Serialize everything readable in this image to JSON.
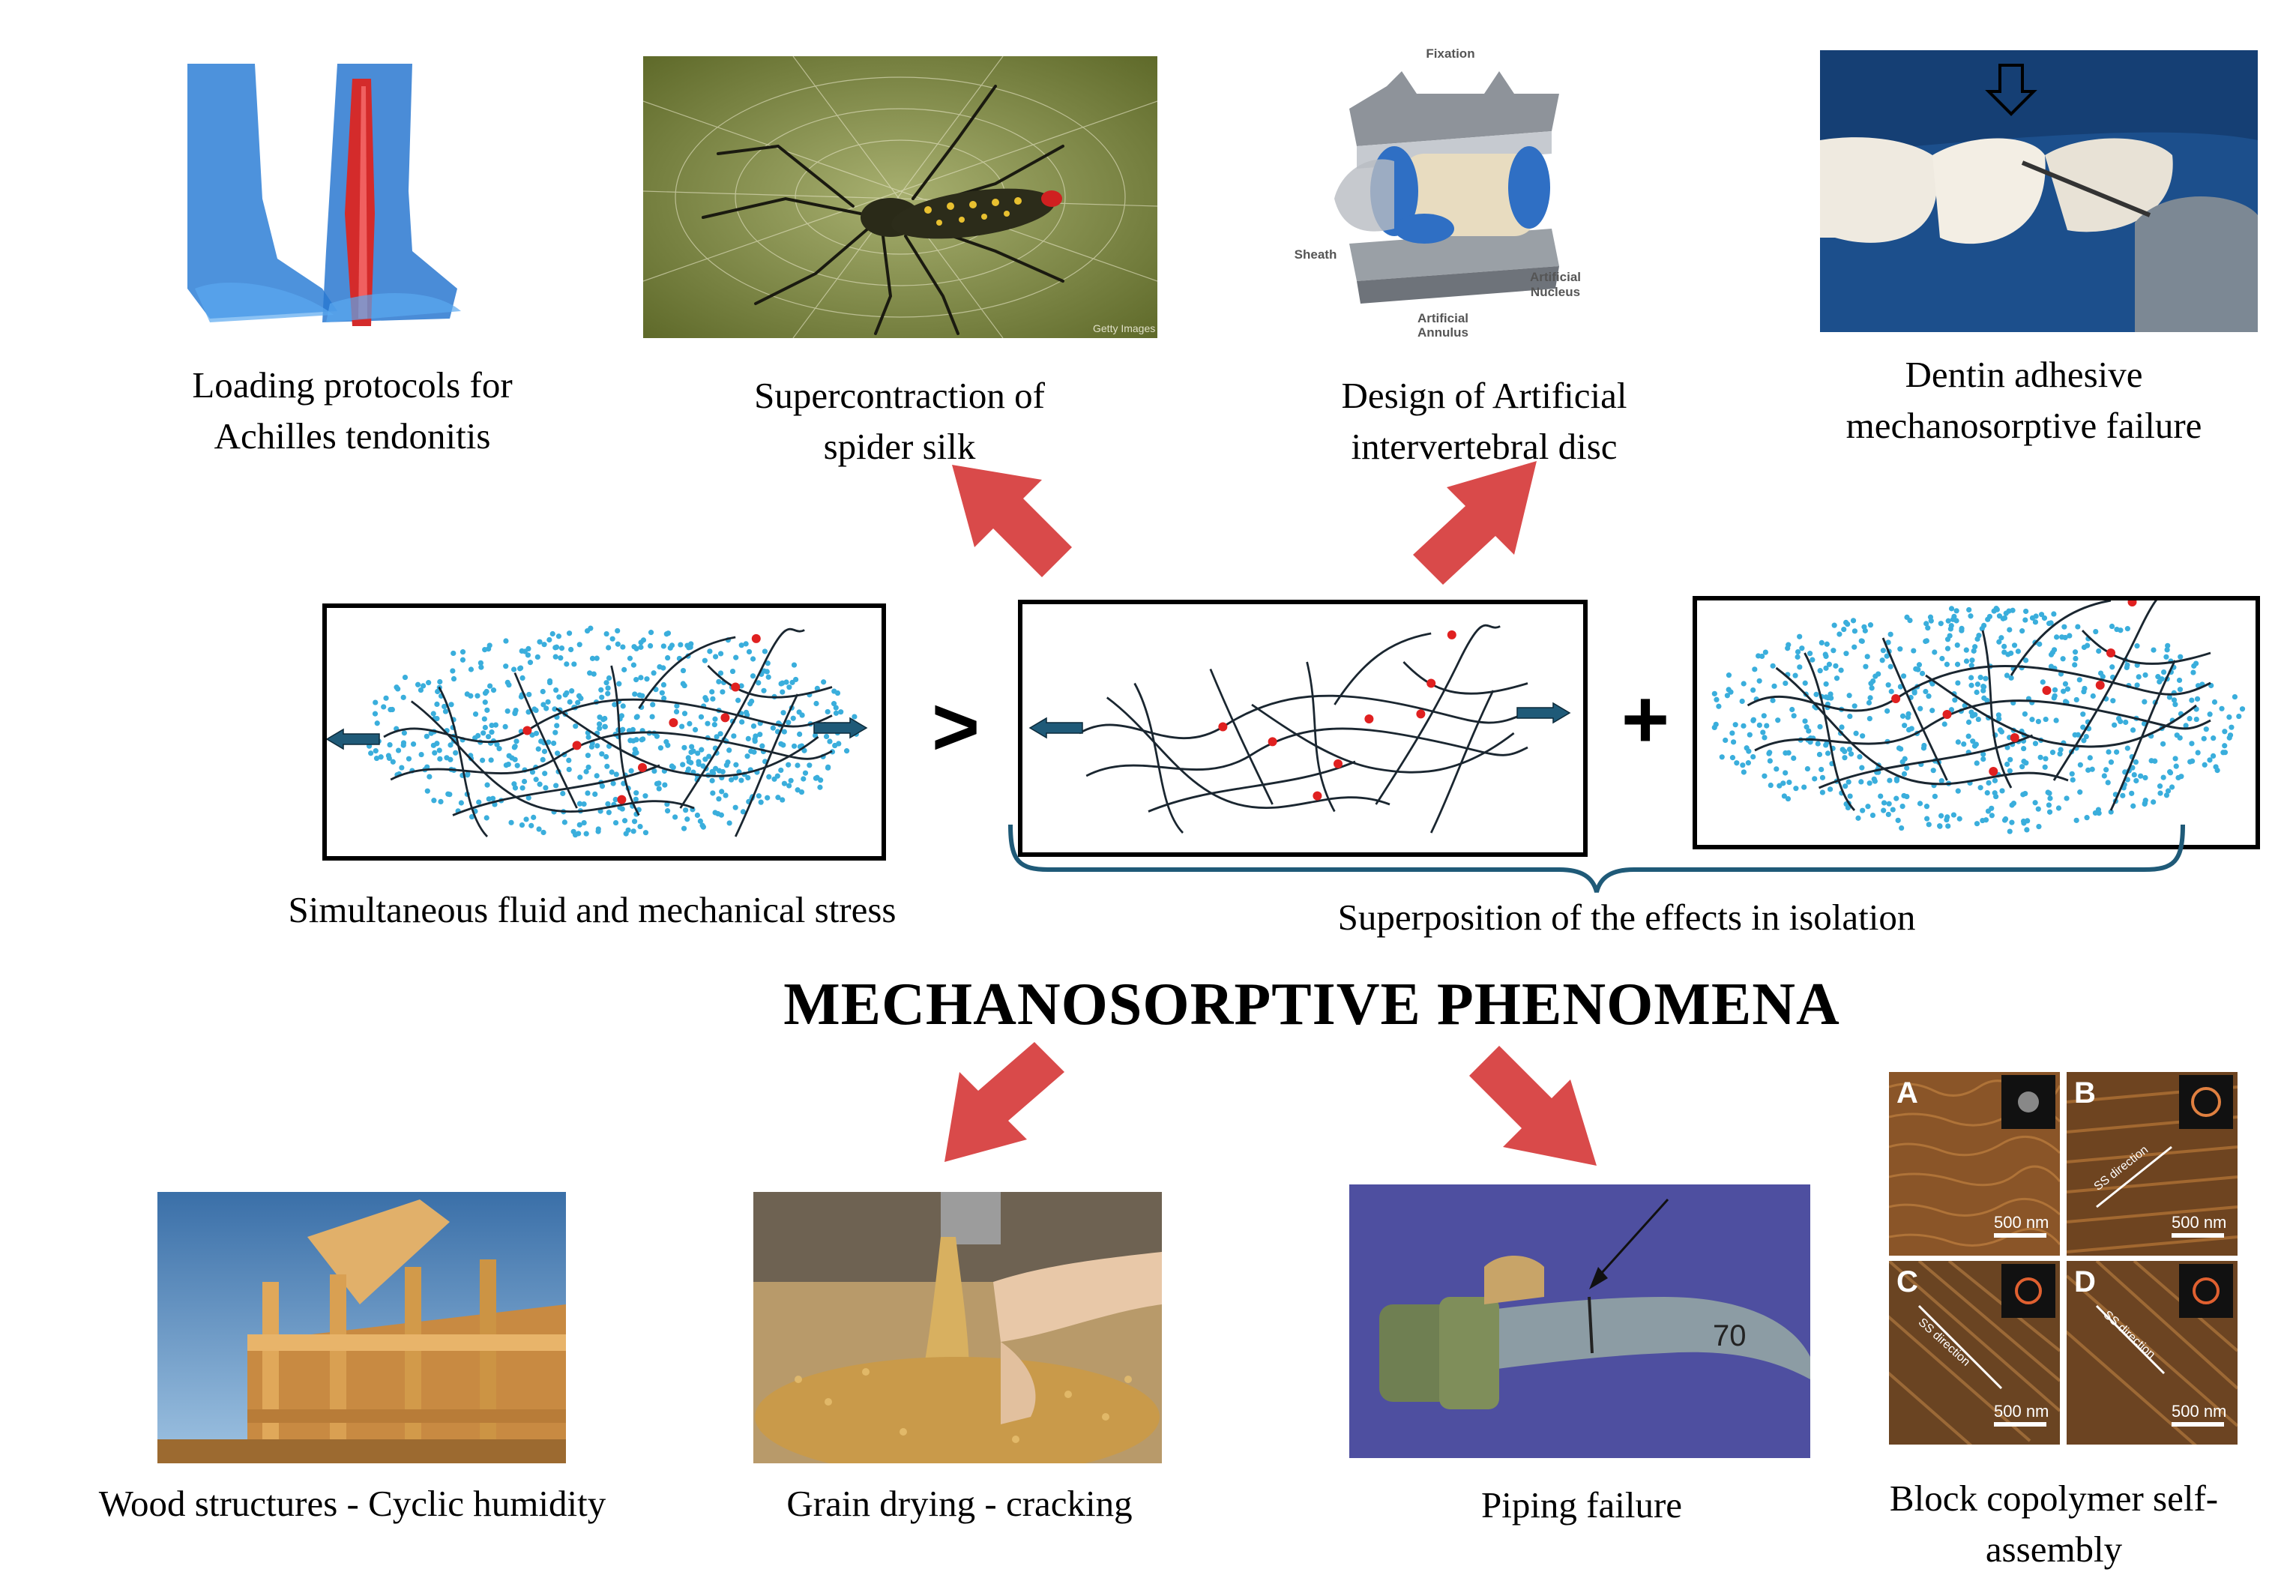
{
  "title": "MECHANOSORPTIVE PHENOMENA",
  "top_captions": {
    "achilles": [
      "Loading protocols for",
      "Achilles tendonitis"
    ],
    "spider": [
      "Supercontraction of",
      "spider silk"
    ],
    "disc": [
      "Design of Artificial",
      "intervertebral disc"
    ],
    "dentin": [
      "Dentin adhesive",
      "mechanosorptive failure"
    ]
  },
  "disc_labels": {
    "fixation": "Fixation",
    "sheath": "Sheath",
    "annulus": [
      "Artificial",
      "Annulus"
    ],
    "nucleus": [
      "Artificial",
      "Nucleus"
    ]
  },
  "spider_credit": "Getty Images",
  "middle": {
    "left_caption": "Simultaneous fluid and mechanical stress",
    "right_caption": "Superposition of the effects in isolation",
    "greater_than": ">",
    "plus": "+"
  },
  "bottom_captions": {
    "wood": "Wood structures - Cyclic humidity",
    "grain": "Grain drying - cracking",
    "piping": "Piping failure",
    "copolymer": [
      "Block copolymer self-",
      "assembly"
    ]
  },
  "piping_mark": "70",
  "afm": {
    "panels": [
      "A",
      "B",
      "C",
      "D"
    ],
    "scale": "500 nm",
    "direction": "SS direction"
  },
  "colors": {
    "arrow_red": "#d94a4a",
    "fluid_dot": "#3aaedc",
    "crosslink": "#e02020",
    "flow_arrow": "#1f5a78",
    "brace": "#1f5a78"
  }
}
